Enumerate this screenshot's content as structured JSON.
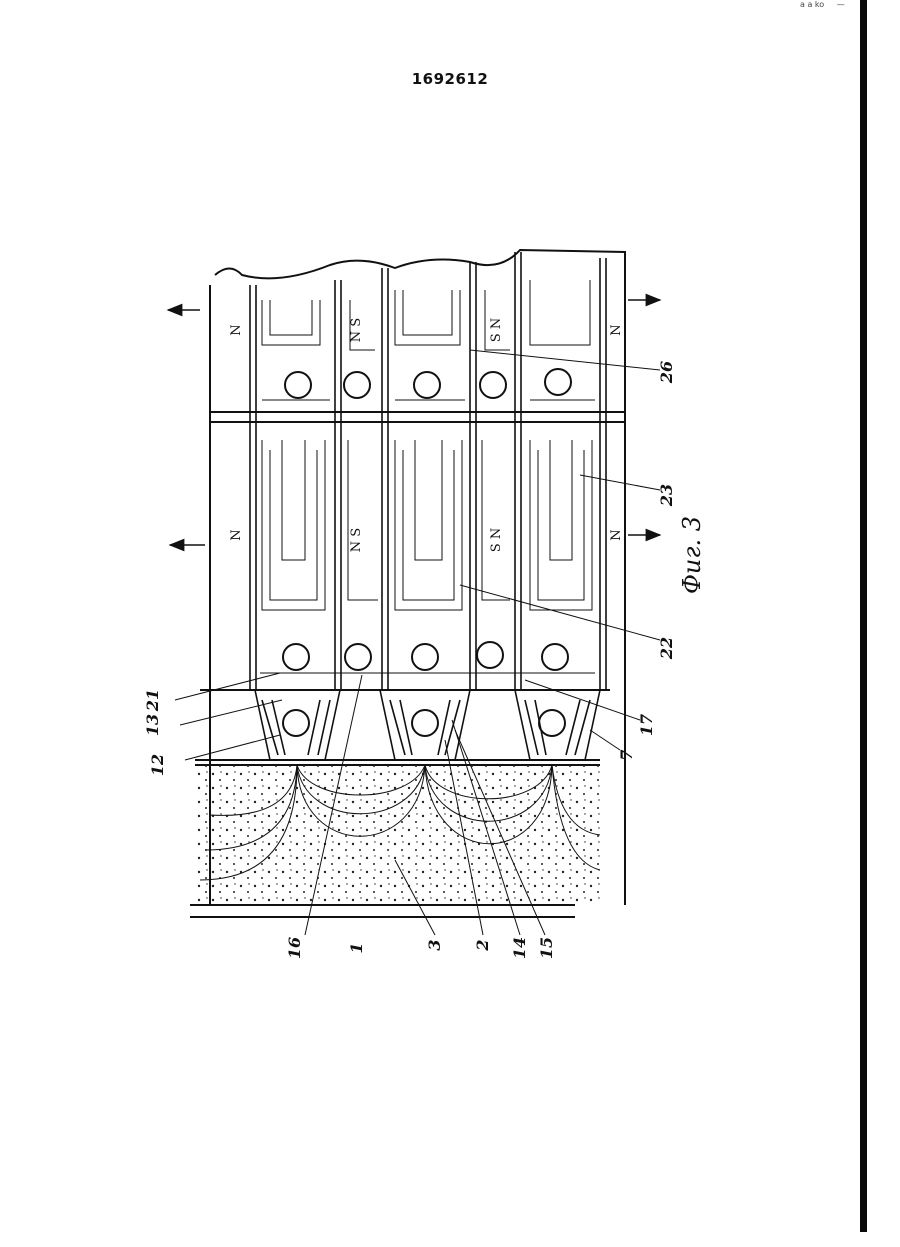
{
  "page": {
    "number": "1692612",
    "corner_marks": [
      "a a ko",
      "—"
    ]
  },
  "figure": {
    "caption": "Фиг. 3",
    "pole_labels": {
      "top_row": [
        "N",
        "N S",
        "S N",
        "N"
      ],
      "middle_row": [
        "N",
        "N S",
        "S N",
        "N"
      ]
    },
    "reference_numerals_left": [
      "21",
      "13",
      "12"
    ],
    "reference_numerals_bottom": [
      "16",
      "1",
      "3",
      "2",
      "14",
      "15"
    ],
    "reference_numerals_right": [
      "26",
      "23",
      "22",
      "17",
      "7"
    ]
  }
}
